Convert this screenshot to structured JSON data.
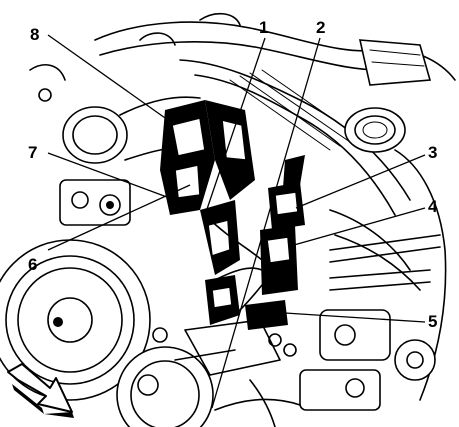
{
  "callouts": [
    {
      "id": "callout-1",
      "label": "1"
    },
    {
      "id": "callout-2",
      "label": "2"
    },
    {
      "id": "callout-3",
      "label": "3"
    },
    {
      "id": "callout-4",
      "label": "4"
    },
    {
      "id": "callout-5",
      "label": "5"
    },
    {
      "id": "callout-6",
      "label": "6"
    },
    {
      "id": "callout-7",
      "label": "7"
    },
    {
      "id": "callout-8",
      "label": "8"
    }
  ],
  "icons": {
    "view_direction": "view-direction-arrow-icon"
  },
  "colors": {
    "ink": "#000000",
    "paper": "#ffffff"
  }
}
